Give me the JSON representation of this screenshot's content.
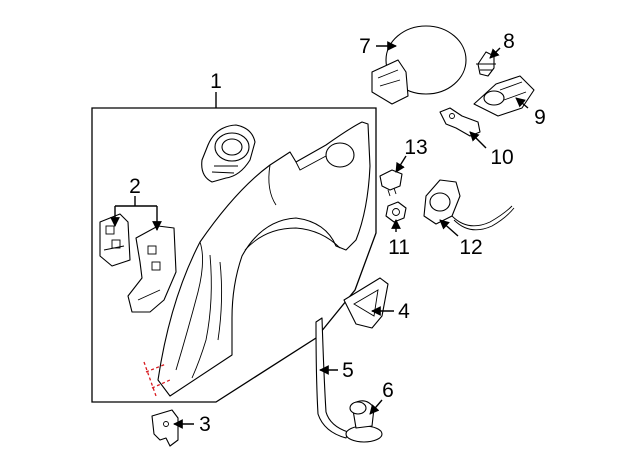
{
  "diagram": {
    "callouts": [
      {
        "id": "1",
        "label": "1"
      },
      {
        "id": "2",
        "label": "2"
      },
      {
        "id": "3",
        "label": "3"
      },
      {
        "id": "4",
        "label": "4"
      },
      {
        "id": "5",
        "label": "5"
      },
      {
        "id": "6",
        "label": "6"
      },
      {
        "id": "7",
        "label": "7"
      },
      {
        "id": "8",
        "label": "8"
      },
      {
        "id": "9",
        "label": "9"
      },
      {
        "id": "10",
        "label": "10"
      },
      {
        "id": "11",
        "label": "11"
      },
      {
        "id": "12",
        "label": "12"
      },
      {
        "id": "13",
        "label": "13"
      }
    ],
    "colors": {
      "line": "#000000",
      "cut_line": "#d8191e",
      "background": "#ffffff"
    }
  }
}
